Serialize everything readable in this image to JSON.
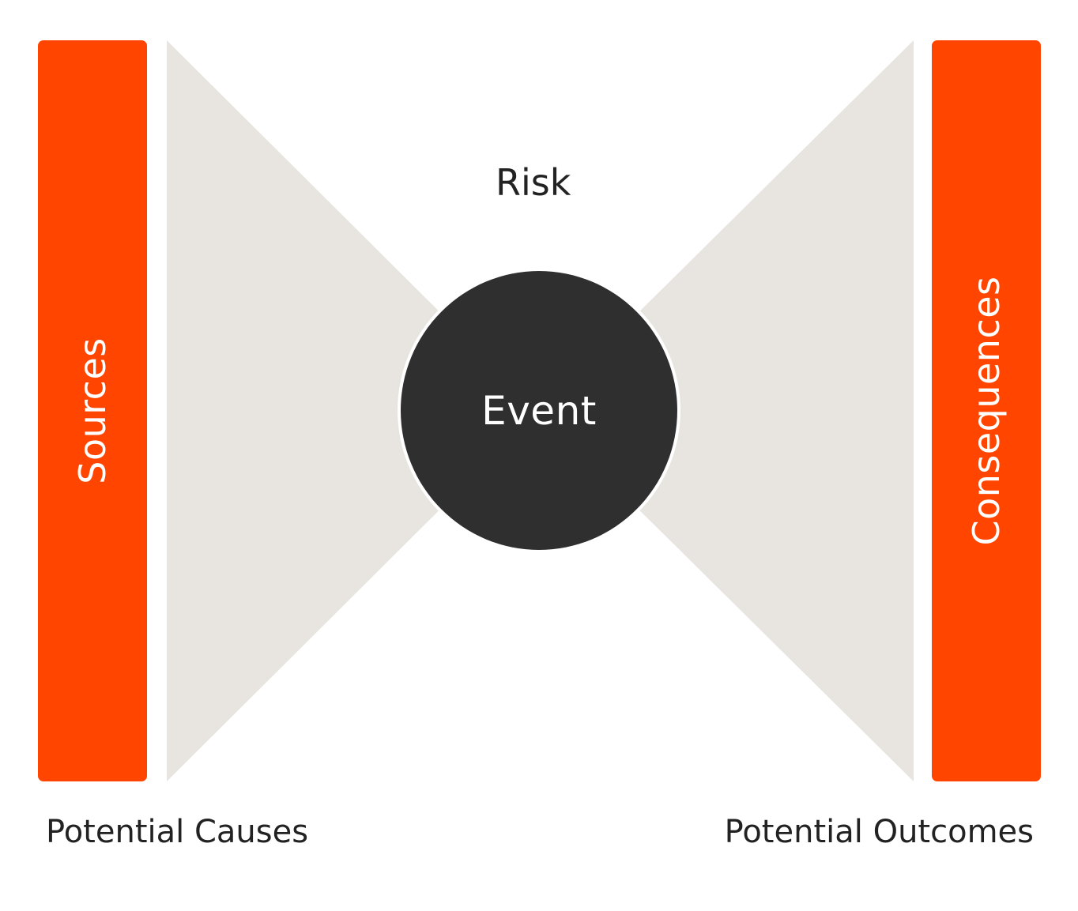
{
  "colors": {
    "accent": "#ff4500",
    "funnel": "#e8e5e0",
    "event": "#2f2f2f",
    "text": "#222222",
    "background": "#ffffff"
  },
  "diagram": {
    "risk_label": "Risk",
    "event_label": "Event",
    "left_bar_label": "Sources",
    "right_bar_label": "Consequences",
    "left_caption": "Potential Causes",
    "right_caption": "Potential Outcomes"
  }
}
